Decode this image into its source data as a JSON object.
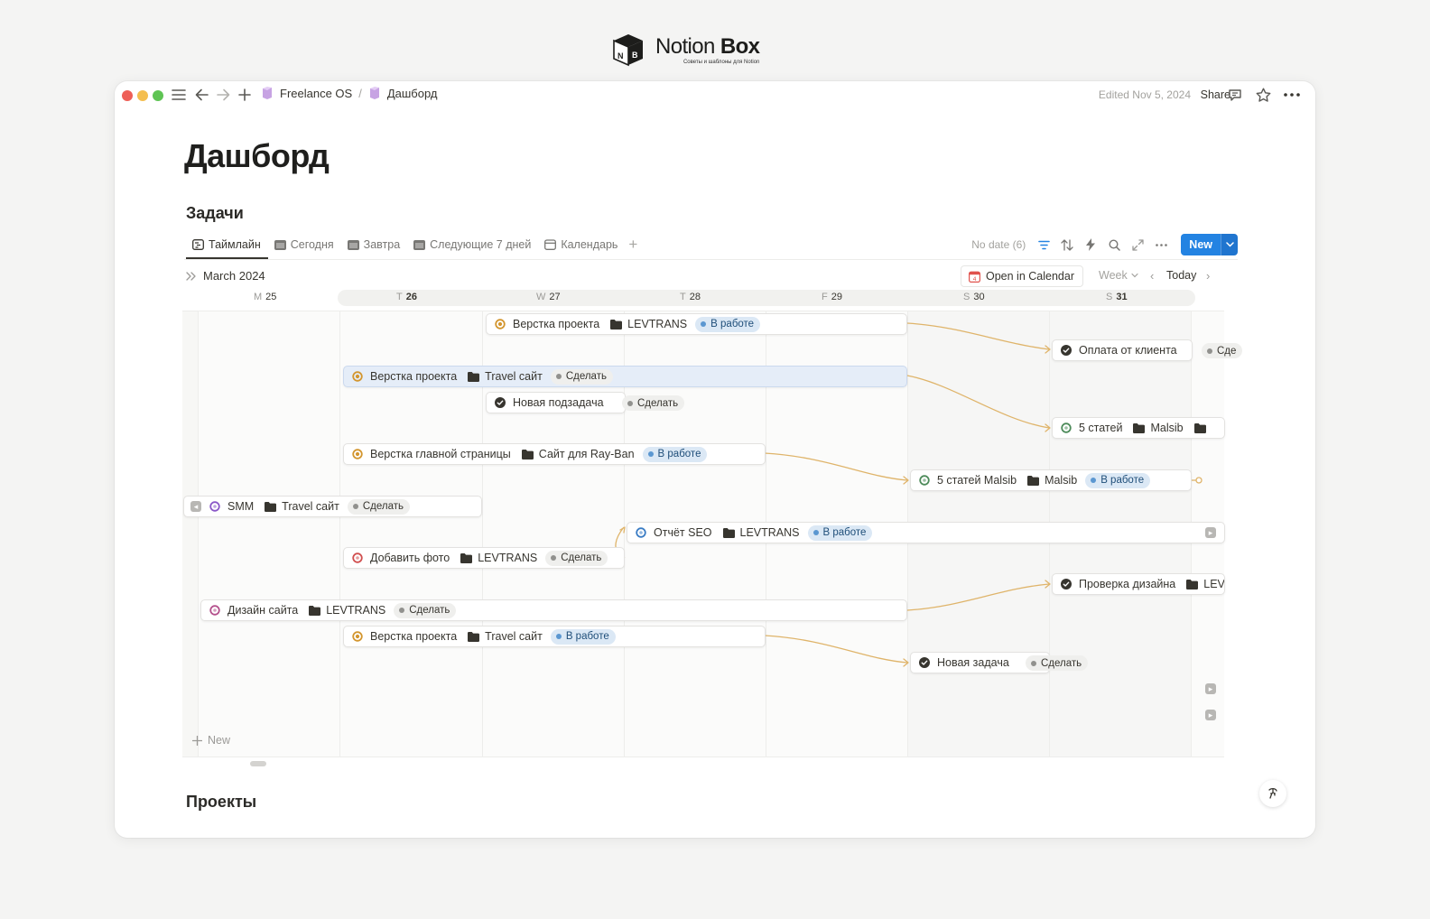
{
  "brand": {
    "name_regular": "Notion ",
    "name_bold": "Box",
    "subtitle": "Советы и шаблоны для Notion",
    "cube_letters": "N B"
  },
  "topbar": {
    "breadcrumbs": [
      "Freelance OS",
      "Дашборд"
    ],
    "breadcrumb_separator": "/",
    "edited": "Edited Nov 5, 2024",
    "share": "Share"
  },
  "page": {
    "title": "Дашборд"
  },
  "sections": {
    "tasks": "Задачи",
    "projects": "Проекты"
  },
  "views": {
    "tabs": [
      {
        "label": "Таймлайн",
        "icon": "timeline-icon",
        "active": true
      },
      {
        "label": "Сегодня",
        "icon": "calendar-board-icon",
        "active": false
      },
      {
        "label": "Завтра",
        "icon": "calendar-board-icon",
        "active": false
      },
      {
        "label": "Следующие 7 дней",
        "icon": "calendar-board-icon",
        "active": false
      },
      {
        "label": "Календарь",
        "icon": "calendar-icon",
        "active": false
      }
    ],
    "no_date": "No date (6)",
    "new_button": "New"
  },
  "timeline": {
    "month": "March 2024",
    "open_calendar": "Open in Calendar",
    "open_calendar_day": "4",
    "scale": "Week",
    "today": "Today",
    "days": [
      {
        "dow": "M",
        "num": "25"
      },
      {
        "dow": "T",
        "num": "26"
      },
      {
        "dow": "W",
        "num": "27"
      },
      {
        "dow": "T",
        "num": "28"
      },
      {
        "dow": "F",
        "num": "29"
      },
      {
        "dow": "S",
        "num": "30"
      },
      {
        "dow": "S",
        "num": "31"
      }
    ],
    "new_row": "New",
    "accent_orange": "#d7a24a",
    "tasks": [
      {
        "name": "Верстка проекта",
        "status_icon": "in-progress-circle-icon",
        "icon_color": "#d3962f",
        "project": "LEVTRANS",
        "status": "В работе",
        "status_type": "progress"
      },
      {
        "name": "Оплата от клиента",
        "status_icon": "done-check-icon",
        "icon_color": "#37352f",
        "project": "",
        "status": "Сде",
        "status_type": "todo"
      },
      {
        "name": "Верстка проекта",
        "status_icon": "in-progress-circle-icon",
        "icon_color": "#d3962f",
        "project": "Travel сайт",
        "status": "Сделать",
        "status_type": "todo"
      },
      {
        "name": "Новая подзадача",
        "status_icon": "done-check-icon",
        "icon_color": "#37352f",
        "project": "",
        "status": "Сделать",
        "status_type": "todo"
      },
      {
        "name": "5 статей",
        "status_icon": "open-circle-icon",
        "icon_color": "#4d8b5a",
        "project": "Malsib",
        "status": "",
        "status_type": ""
      },
      {
        "name": "Верстка главной страницы",
        "status_icon": "in-progress-circle-icon",
        "icon_color": "#d3962f",
        "project": "Сайт для Ray-Ban",
        "status": "В работе",
        "status_type": "progress"
      },
      {
        "name": "5 статей Malsib",
        "status_icon": "open-circle-icon",
        "icon_color": "#4d8b5a",
        "project": "Malsib",
        "status": "В работе",
        "status_type": "progress"
      },
      {
        "name": "SMM",
        "status_icon": "open-circle-icon",
        "icon_color": "#8a57c8",
        "project": "Travel сайт",
        "status": "Сделать",
        "status_type": "todo"
      },
      {
        "name": "Отчёт SEO",
        "status_icon": "open-circle-icon",
        "icon_color": "#3a7cc4",
        "project": "LEVTRANS",
        "status": "В работе",
        "status_type": "progress"
      },
      {
        "name": "Добавить фото",
        "status_icon": "open-circle-icon",
        "icon_color": "#d14f4f",
        "project": "LEVTRANS",
        "status": "Сделать",
        "status_type": "todo"
      },
      {
        "name": "Проверка дизайна",
        "status_icon": "done-check-icon",
        "icon_color": "#37352f",
        "project": "LEV",
        "status": "",
        "status_type": ""
      },
      {
        "name": "Дизайн сайта",
        "status_icon": "open-circle-icon",
        "icon_color": "#b4508c",
        "project": "LEVTRANS",
        "status": "Сделать",
        "status_type": "todo"
      },
      {
        "name": "Верстка проекта",
        "status_icon": "in-progress-circle-icon",
        "icon_color": "#d3962f",
        "project": "Travel сайт",
        "status": "В работе",
        "status_type": "progress"
      },
      {
        "name": "Новая задача",
        "status_icon": "done-check-icon",
        "icon_color": "#37352f",
        "project": "",
        "status": "Сделать",
        "status_type": "todo"
      }
    ]
  }
}
